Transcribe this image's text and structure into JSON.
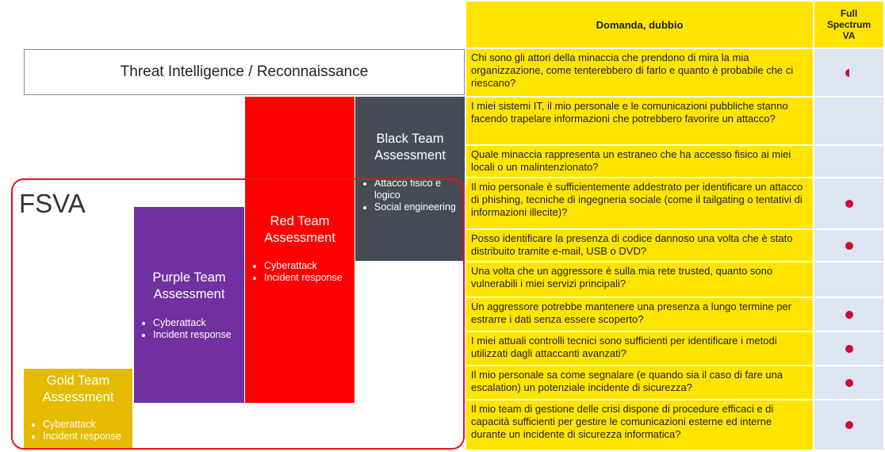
{
  "threat_banner": "Threat Intelligence / Reconnaissance",
  "fsva_label": "FSVA",
  "teams": {
    "gold": {
      "title": "Gold Team Assessment",
      "items": [
        "Cyberattack",
        "Incident response"
      ]
    },
    "purple": {
      "title": "Purple Team Assessment",
      "items": [
        "Cyberattack",
        "Incident response"
      ]
    },
    "red": {
      "title": "Red Team Assessment",
      "items": [
        "Cyberattack",
        "Incident response"
      ]
    },
    "black": {
      "title": "Black Team Assessment",
      "items": [
        "Attacco fisico e logico",
        "Social engineering"
      ]
    }
  },
  "colors": {
    "gold": "#e5bb00",
    "purple": "#7030a0",
    "red": "#ff0000",
    "black": "#464b55",
    "table_yellow": "#ffe400",
    "dot": "#c8102e"
  },
  "table": {
    "header_question": "Domanda, dubbio",
    "header_fsva": "Full Spectrum VA",
    "rows": [
      {
        "question": "Chi sono gli attori della minaccia che prendono di mira la mia organizzazione,  come tenterebbero di farlo e quanto è probabile che ci riescano?",
        "coverage": "partial"
      },
      {
        "question": "I miei sistemi IT, il mio personale e le comunicazioni pubbliche stanno facendo trapelare informazioni che potrebbero favorire un attacco?",
        "coverage": "none"
      },
      {
        "question": "Quale minaccia rappresenta un estraneo che ha accesso fisico ai miei locali o un malintenzionato?",
        "coverage": "none"
      },
      {
        "question": "Il mio personale è sufficientemente  addestrato per identificare un attacco di phishing, tecniche di ingegneria sociale (come il tailgating o tentativi  di informazioni illecite)?",
        "coverage": "full"
      },
      {
        "question": "Posso identificare la presenza di codice dannoso una volta che è stato distribuito tramite e-mail, USB o DVD?",
        "coverage": "full"
      },
      {
        "question": "Una volta che un aggressore è sulla mia rete trusted, quanto sono vulnerabili  i miei servizi principali?",
        "coverage": "none"
      },
      {
        "question": "Un aggressore potrebbe mantenere  una presenza a lungo termine per estrarre i dati senza essere scoperto?",
        "coverage": "full"
      },
      {
        "question": "I miei attuali  controlli tecnici sono sufficienti per identificare i metodi utilizzati dagli attaccanti avanzati?",
        "coverage": "full"
      },
      {
        "question": "Il mio personale sa come segnalare (e quando sia il caso di  fare una escalation) un potenziale incidente di sicurezza?",
        "coverage": "full"
      },
      {
        "question": "Il mio team di gestione delle crisi dispone di procedure efficaci e di capacità sufficienti per gestire le comunicazioni  esterne ed interne durante un incidente di sicurezza informatica?",
        "coverage": "full"
      }
    ]
  }
}
